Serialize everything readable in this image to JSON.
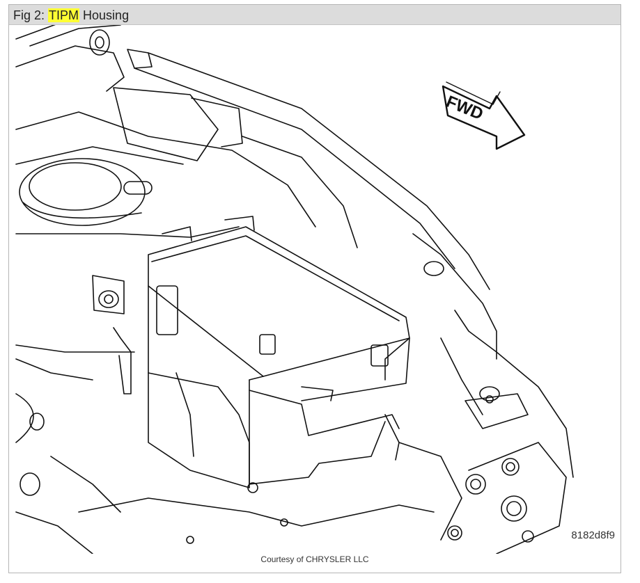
{
  "figure": {
    "title_prefix": "Fig 2: ",
    "title_highlight": "TIPM",
    "title_suffix": " Housing",
    "arrow_label": "FWD",
    "reference_code": "8182d8f9",
    "credit": "Courtesy of CHRYSLER LLC",
    "highlight_color": "#ffff33"
  }
}
